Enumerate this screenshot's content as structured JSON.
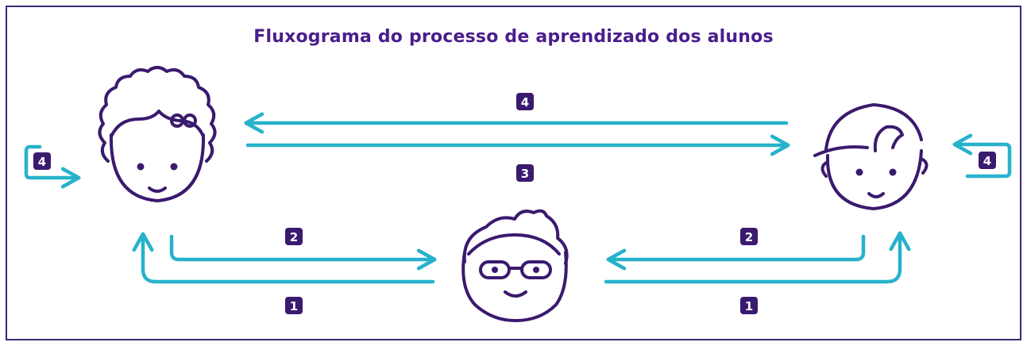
{
  "title": "Fluxograma do processo de aprendizado dos alunos",
  "colors": {
    "arrow": "#27b2cc",
    "outline": "#3a1a6e",
    "title": "#4a1e8c",
    "badge": "#3a1a6e",
    "frame": "#3b2a7a"
  },
  "figures": {
    "left": "girl-with-bow-icon",
    "center": "boy-with-glasses-icon",
    "right": "boy-with-cap-icon"
  },
  "steps": {
    "top_arrow_badge": "4",
    "middle_arrow_badge": "3",
    "left_loop_badge": "4",
    "right_loop_badge": "4",
    "left_upper_badge": "2",
    "left_lower_badge": "1",
    "right_upper_badge": "2",
    "right_lower_badge": "1"
  }
}
